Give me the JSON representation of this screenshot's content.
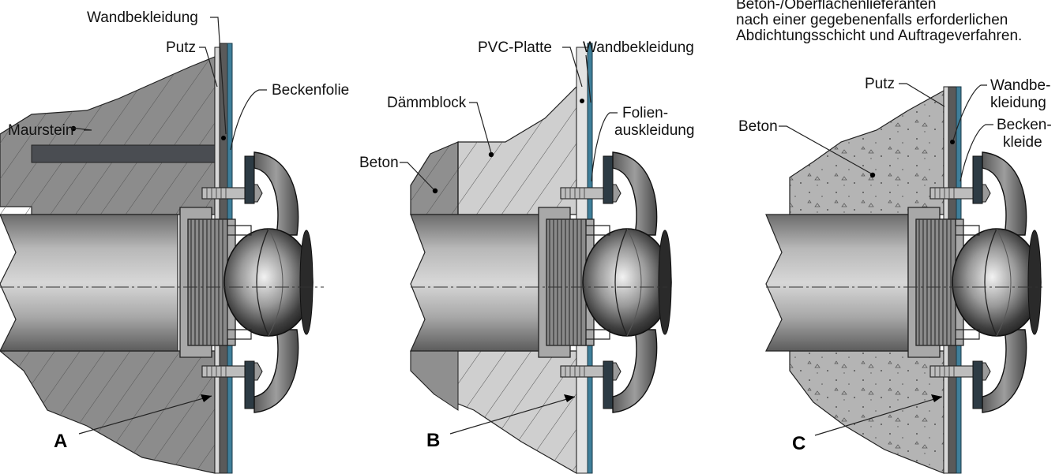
{
  "colors": {
    "masonry": "#8c8c8c",
    "masonry_dark": "#4a4d52",
    "pipe_light": "#c9c9c9",
    "pipe_dark": "#6c6c6c",
    "insulation": "#cfcfcf",
    "concrete": "#b4b4b4",
    "liner": "#3f7f9a",
    "glass": "#d9e6ea"
  },
  "note": {
    "line1": "Beton-/Oberflächenlieferanten",
    "line2": "nach einer gegebenenfalls erforderlichen",
    "line3": "Abdichtungsschicht und Auftrageverfahren."
  },
  "panel_a": {
    "wandbekleidung": "Wandbekleidung",
    "putz": "Putz",
    "beckenfolie": "Beckenfolie",
    "maurstein": "Maurstein",
    "letter": "A"
  },
  "panel_b": {
    "pvc_platte": "PVC-Platte",
    "wandbekleidung": "Wandbekleidung",
    "daemmblock": "Dämmblock",
    "folien_1": "Folien-",
    "folien_2": "auskleidung",
    "beton": "Beton",
    "letter": "B"
  },
  "panel_c": {
    "putz": "Putz",
    "wandbe_1": "Wandbe-",
    "wandbe_2": "kleidung",
    "becken_1": "Becken-",
    "becken_2": "kleide",
    "beton": "Beton",
    "letter": "C"
  }
}
